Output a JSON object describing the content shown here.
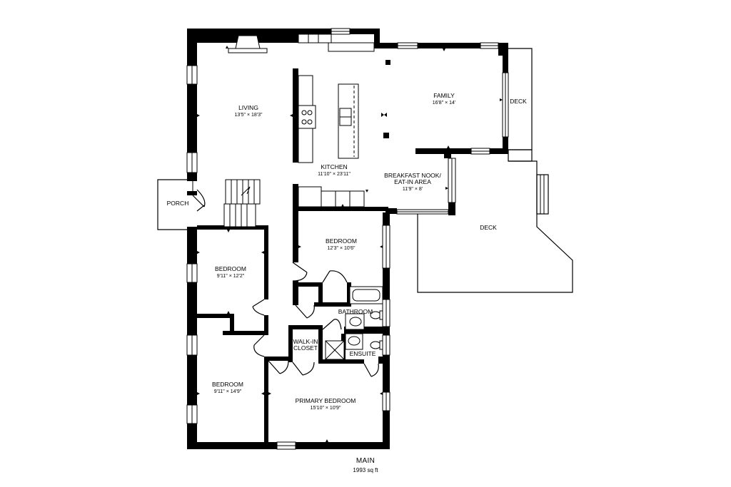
{
  "floor": {
    "name": "MAIN",
    "area": "1993 sq ft"
  },
  "rooms": {
    "living": {
      "name": "LIVING",
      "dims": "13'5\" × 18'3\""
    },
    "family": {
      "name": "FAMILY",
      "dims": "16'8\" × 14'"
    },
    "kitchen": {
      "name": "KITCHEN",
      "dims": "11'10\" × 23'11\""
    },
    "breakfast_nook": {
      "name_line1": "BREAKFAST NOOK/",
      "name_line2": "EAT-IN AREA",
      "dims": "11'9\" × 8'"
    },
    "deck_upper": {
      "name": "DECK"
    },
    "deck_lower": {
      "name": "DECK"
    },
    "porch": {
      "name": "PORCH"
    },
    "bedroom_mid": {
      "name": "BEDROOM",
      "dims": "12'3\" × 10'6\""
    },
    "bedroom_left_top": {
      "name": "BEDROOM",
      "dims": "9'11\" × 12'2\""
    },
    "bedroom_left_bottom": {
      "name": "BEDROOM",
      "dims": "9'11\" × 14'9\""
    },
    "bathroom": {
      "name": "BATHROOM"
    },
    "walk_in_closet": {
      "name_line1": "WALK-IN",
      "name_line2": "CLOSET"
    },
    "ensuite": {
      "name": "ENSUITE"
    },
    "primary_bedroom": {
      "name": "PRIMARY BEDROOM",
      "dims": "15'10\" × 10'9\""
    }
  }
}
